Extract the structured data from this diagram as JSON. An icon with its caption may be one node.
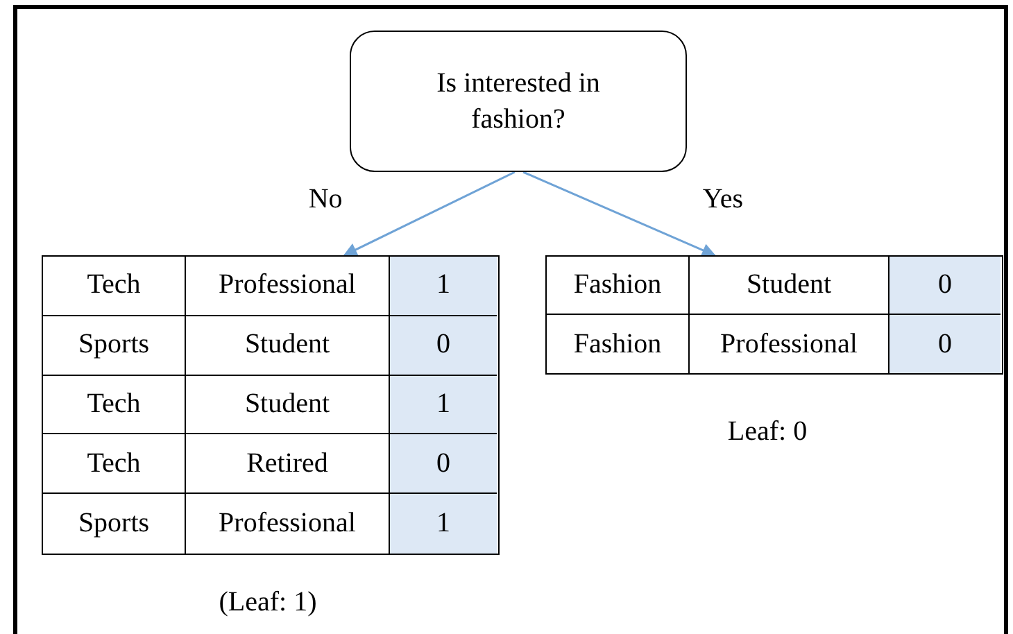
{
  "diagram": {
    "nodes": [
      {
        "text": [
          "Is interested in fashion?"
        ]
      },
      {
        "text": [
          "Tech",
          "Professional",
          "1",
          "Sports",
          "Student",
          "0",
          "Tech",
          "Student",
          "1",
          "Tech",
          "Retired",
          "0",
          "Sports",
          "Professional",
          "1"
        ],
        "beside": [
          "(Leaf: 1)"
        ]
      },
      {
        "text": [
          "Fashion",
          "Student",
          "0",
          "Fashion",
          "Professional",
          "0"
        ],
        "beside": [
          "Leaf: 0"
        ]
      }
    ],
    "edges": [
      {
        "from": 0,
        "to": 1,
        "arrow": "to",
        "label": "No",
        "color": "#6fa3d6"
      },
      {
        "from": 0,
        "to": 2,
        "arrow": "to",
        "label": "Yes",
        "color": "#6fa3d6"
      }
    ]
  }
}
